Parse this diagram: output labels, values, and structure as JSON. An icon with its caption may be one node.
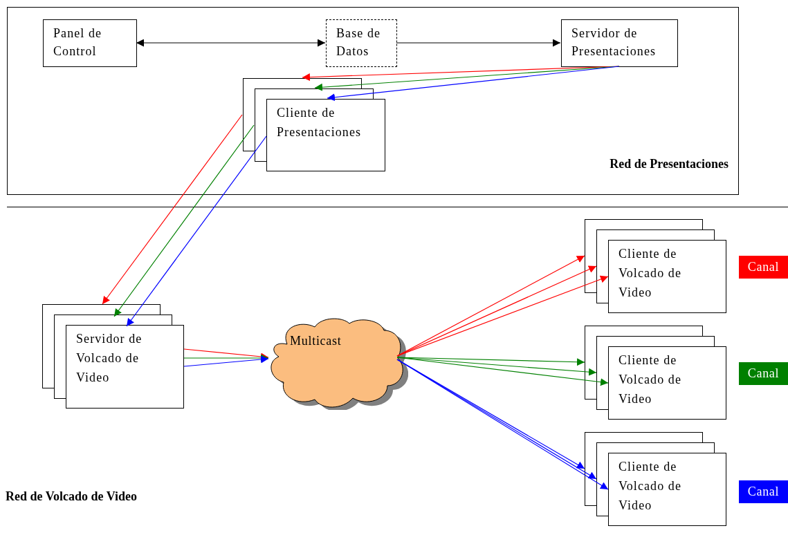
{
  "diagram": {
    "nodes": [
      {
        "text": [
          "Red de Presentaciones"
        ]
      },
      {
        "text": [
          "Panel de Control"
        ],
        "in": 0
      },
      {
        "text": [
          "Base de Datos"
        ],
        "in": 0
      },
      {
        "text": [
          "Servidor de Presentaciones"
        ],
        "in": 0
      },
      {
        "text": [
          "Cliente de Presentaciones"
        ],
        "in": 0
      },
      {
        "text": [
          "Servidor de Volcado de Video"
        ]
      },
      {
        "text": [
          "Multicast"
        ]
      },
      {
        "text": [
          "Cliente de Volcado de Video"
        ]
      },
      {
        "text": [
          "Cliente de Volcado de Video"
        ]
      },
      {
        "text": [
          "Cliente de Volcado de Video"
        ]
      },
      {
        "text": [
          "Canal"
        ]
      },
      {
        "text": [
          "Canal"
        ]
      },
      {
        "text": [
          "Canal"
        ]
      }
    ],
    "edges": [
      {
        "from": 1,
        "to": 2,
        "arrow": "both",
        "color": "#000000"
      },
      {
        "from": 2,
        "to": 3,
        "arrow": "to",
        "color": "#000000"
      },
      {
        "from": 3,
        "to": 4,
        "arrow": "to",
        "color": "#ff0000"
      },
      {
        "from": 3,
        "to": 4,
        "arrow": "to",
        "color": "#008000"
      },
      {
        "from": 3,
        "to": 4,
        "arrow": "to",
        "color": "#0000ff"
      },
      {
        "from": 4,
        "to": 5,
        "arrow": "to",
        "color": "#ff0000"
      },
      {
        "from": 4,
        "to": 5,
        "arrow": "to",
        "color": "#008000"
      },
      {
        "from": 4,
        "to": 5,
        "arrow": "to",
        "color": "#0000ff"
      },
      {
        "from": 5,
        "to": 6,
        "arrow": "to",
        "color": "#ff0000"
      },
      {
        "from": 5,
        "to": 6,
        "arrow": "to",
        "color": "#008000"
      },
      {
        "from": 5,
        "to": 6,
        "arrow": "to",
        "color": "#0000ff"
      },
      {
        "from": 6,
        "to": 7,
        "arrow": "to",
        "color": "#ff0000"
      },
      {
        "from": 6,
        "to": 7,
        "arrow": "to",
        "color": "#ff0000"
      },
      {
        "from": 6,
        "to": 7,
        "arrow": "to",
        "color": "#ff0000"
      },
      {
        "from": 6,
        "to": 8,
        "arrow": "to",
        "color": "#008000"
      },
      {
        "from": 6,
        "to": 8,
        "arrow": "to",
        "color": "#008000"
      },
      {
        "from": 6,
        "to": 8,
        "arrow": "to",
        "color": "#008000"
      },
      {
        "from": 6,
        "to": 9,
        "arrow": "to",
        "color": "#0000ff"
      },
      {
        "from": 6,
        "to": 9,
        "arrow": "to",
        "color": "#0000ff"
      },
      {
        "from": 6,
        "to": 9,
        "arrow": "to",
        "color": "#0000ff"
      }
    ],
    "labels": [
      "Red de Volcado de Video"
    ]
  }
}
